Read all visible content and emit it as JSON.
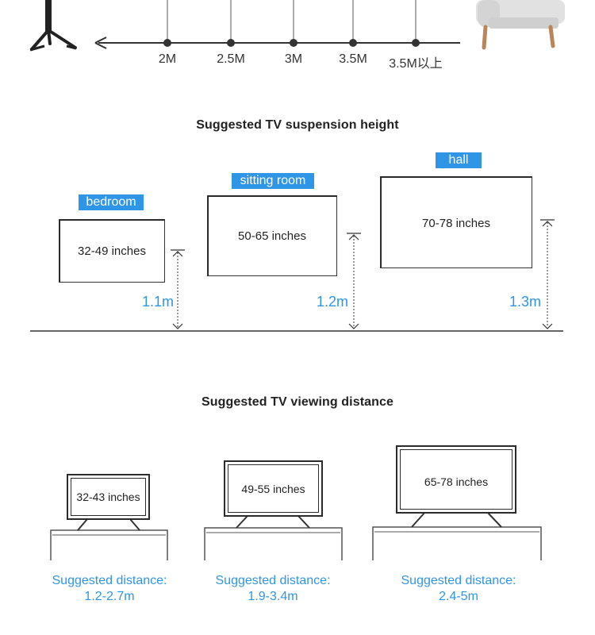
{
  "distance_scale": {
    "labels": [
      "2M",
      "2.5M",
      "3M",
      "3.5M",
      "3.5M以上"
    ]
  },
  "suspension": {
    "title": "Suggested TV suspension height",
    "rooms": [
      {
        "tag": "bedroom",
        "size": "32-49 inches",
        "height": "1.1m"
      },
      {
        "tag": "sitting room",
        "size": "50-65 inches",
        "height": "1.2m"
      },
      {
        "tag": "hall",
        "size": "70-78 inches",
        "height": "1.3m"
      }
    ]
  },
  "viewing": {
    "title": "Suggested TV viewing distance",
    "tvs": [
      {
        "size": "32-43 inches",
        "label": "Suggested distance:",
        "distance": "1.2-2.7m"
      },
      {
        "size": "49-55 inches",
        "label": "Suggested distance:",
        "distance": "1.9-3.4m"
      },
      {
        "size": "65-78 inches",
        "label": "Suggested distance:",
        "distance": "2.4-5m"
      }
    ]
  },
  "colors": {
    "accent": "#2f95e6",
    "line": "#333333"
  }
}
